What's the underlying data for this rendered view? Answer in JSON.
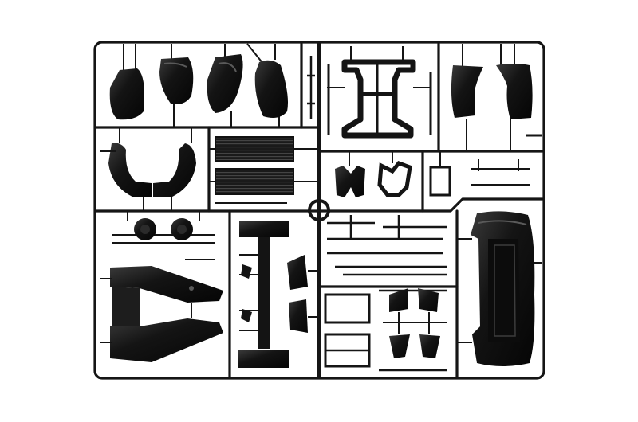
{
  "scene": {
    "subject": "plastic-model-kit-sprue",
    "background_color": "#ffffff",
    "plastic_color": "#141414",
    "highlight_color": "#4a4a4a",
    "groups": [
      "fender-panels",
      "roll-bar-frame",
      "rear-fenders",
      "seat-shells",
      "radiator-grilles",
      "suspension-arms",
      "wheels-pair",
      "chassis-spine",
      "underbody-tray",
      "side-panels",
      "body-shell",
      "small-brackets"
    ]
  }
}
